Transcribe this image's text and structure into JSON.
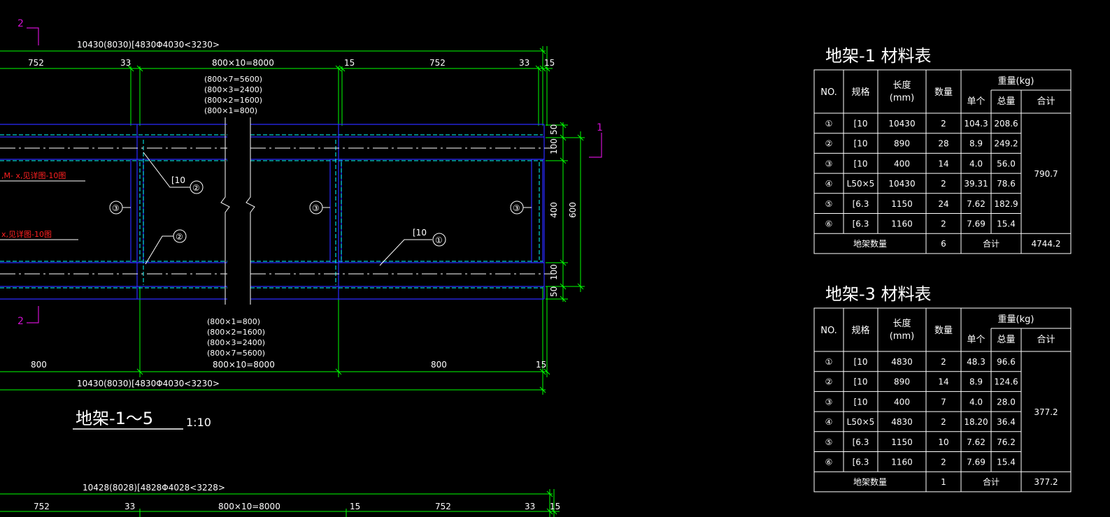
{
  "drawing": {
    "top_overall_dim": "10430(8030)[4830Φ4030<3230>",
    "bottom_overall_dim": "10430(8030)[4830Φ4030<3230>",
    "lower_overall_dim": "10428(8028)[4828Φ4028<3228>",
    "top_segments": [
      "752",
      "33",
      "800×10=8000",
      "15",
      "752",
      "33",
      "15"
    ],
    "lower_segments": [
      "752",
      "33",
      "800×10=8000",
      "15",
      "752",
      "33",
      "15"
    ],
    "bottom_segments": [
      "800",
      "800×10=8000",
      "800",
      "15"
    ],
    "pitch_notes_top": [
      "(800×7=5600)",
      "(800×3=2400)",
      "(800×2=1600)",
      "(800×1=800)"
    ],
    "pitch_notes_bottom": [
      "(800×1=800)",
      "(800×2=1600)",
      "(800×3=2400)",
      "(800×7=5600)"
    ],
    "right_dims": [
      "50",
      "100",
      "400",
      "100",
      "50"
    ],
    "right_total": "600",
    "leader_notes_red": [
      ",M- x,见详图-10图",
      "x,见详图-10图"
    ],
    "callouts": {
      "spec_10": "[10",
      "num_1": "①",
      "num_2": "②",
      "num_3": "③"
    },
    "section_marks": {
      "top_left": "2",
      "bottom_left": "2",
      "right": "1"
    },
    "drawing_title": "地架-1～5",
    "drawing_scale": "1:10"
  },
  "table1": {
    "title": "地架-1  材料表",
    "headers": {
      "no": "NO.",
      "spec": "规格",
      "length": "长度",
      "length_unit": "(mm)",
      "qty": "数量",
      "weight": "重量(kg)",
      "unit": "单个",
      "total": "总量",
      "sum": "合计"
    },
    "rows": [
      {
        "no": "①",
        "spec": "[10",
        "length": "10430",
        "qty": "2",
        "unit": "104.3",
        "total": "208.6"
      },
      {
        "no": "②",
        "spec": "[10",
        "length": "890",
        "qty": "28",
        "unit": "8.9",
        "total": "249.2"
      },
      {
        "no": "③",
        "spec": "[10",
        "length": "400",
        "qty": "14",
        "unit": "4.0",
        "total": "56.0"
      },
      {
        "no": "④",
        "spec": "L50×5",
        "length": "10430",
        "qty": "2",
        "unit": "39.31",
        "total": "78.6"
      },
      {
        "no": "⑤",
        "spec": "[6.3",
        "length": "1150",
        "qty": "24",
        "unit": "7.62",
        "total": "182.9"
      },
      {
        "no": "⑥",
        "spec": "[6.3",
        "length": "1160",
        "qty": "2",
        "unit": "7.69",
        "total": "15.4"
      }
    ],
    "subtotal": "790.7",
    "footer": {
      "label": "地架数量",
      "qty": "6",
      "sum_label": "合计",
      "sum": "4744.2"
    }
  },
  "table3": {
    "title": "地架-3  材料表",
    "headers": {
      "no": "NO.",
      "spec": "规格",
      "length": "长度",
      "length_unit": "(mm)",
      "qty": "数量",
      "weight": "重量(kg)",
      "unit": "单个",
      "total": "总量",
      "sum": "合计"
    },
    "rows": [
      {
        "no": "①",
        "spec": "[10",
        "length": "4830",
        "qty": "2",
        "unit": "48.3",
        "total": "96.6"
      },
      {
        "no": "②",
        "spec": "[10",
        "length": "890",
        "qty": "14",
        "unit": "8.9",
        "total": "124.6"
      },
      {
        "no": "③",
        "spec": "[10",
        "length": "400",
        "qty": "7",
        "unit": "4.0",
        "total": "28.0"
      },
      {
        "no": "④",
        "spec": "L50×5",
        "length": "4830",
        "qty": "2",
        "unit": "18.20",
        "total": "36.4"
      },
      {
        "no": "⑤",
        "spec": "[6.3",
        "length": "1150",
        "qty": "10",
        "unit": "7.62",
        "total": "76.2"
      },
      {
        "no": "⑥",
        "spec": "[6.3",
        "length": "1160",
        "qty": "2",
        "unit": "7.69",
        "total": "15.4"
      }
    ],
    "subtotal": "377.2",
    "footer": {
      "label": "地架数量",
      "qty": "1",
      "sum_label": "合计",
      "sum": "377.2"
    }
  },
  "colors": {
    "background": "#000000",
    "dimension": "#00ff00",
    "member": "#2020ff",
    "cyan": "#00ffff",
    "section": "#d010d0",
    "note": "#ff2020",
    "text": "#ffffff"
  }
}
